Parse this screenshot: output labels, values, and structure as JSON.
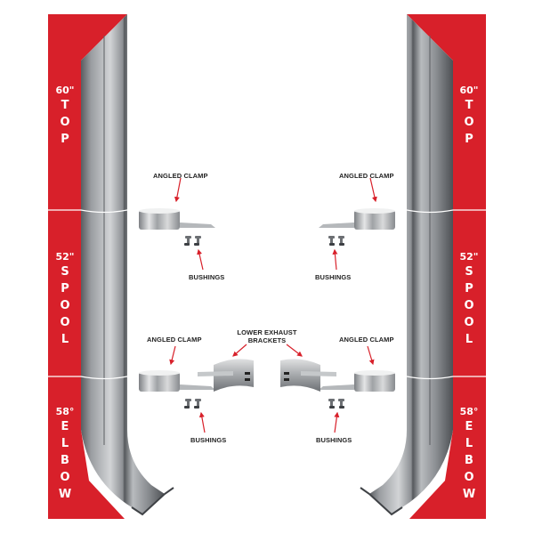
{
  "colors": {
    "red_panel": "#d8202a",
    "pipe_light": "#c9cbcd",
    "pipe_mid": "#8d9094",
    "pipe_dark": "#54575b",
    "arrow": "#d8202a",
    "callout_text": "#222222",
    "background": "#ffffff"
  },
  "left_column": {
    "sections": [
      {
        "measure": "60\"",
        "name": [
          "T",
          "O",
          "P"
        ]
      },
      {
        "measure": "52\"",
        "name": [
          "S",
          "P",
          "O",
          "O",
          "L"
        ]
      },
      {
        "measure": "58°",
        "name": [
          "E",
          "L",
          "B",
          "O",
          "W"
        ]
      }
    ]
  },
  "right_column": {
    "sections": [
      {
        "measure": "60\"",
        "name": [
          "T",
          "O",
          "P"
        ]
      },
      {
        "measure": "52\"",
        "name": [
          "S",
          "P",
          "O",
          "O",
          "L"
        ]
      },
      {
        "measure": "58°",
        "name": [
          "E",
          "L",
          "B",
          "O",
          "W"
        ]
      }
    ]
  },
  "callouts": {
    "upper_left_clamp": "ANGLED CLAMP",
    "upper_left_bushings": "BUSHINGS",
    "upper_right_clamp": "ANGLED CLAMP",
    "upper_right_bushings": "BUSHINGS",
    "lower_left_clamp": "ANGLED CLAMP",
    "lower_left_bushings": "BUSHINGS",
    "lower_right_clamp": "ANGLED CLAMP",
    "lower_right_bushings": "BUSHINGS",
    "brackets_line1": "LOWER EXHAUST",
    "brackets_line2": "BRACKETS"
  }
}
